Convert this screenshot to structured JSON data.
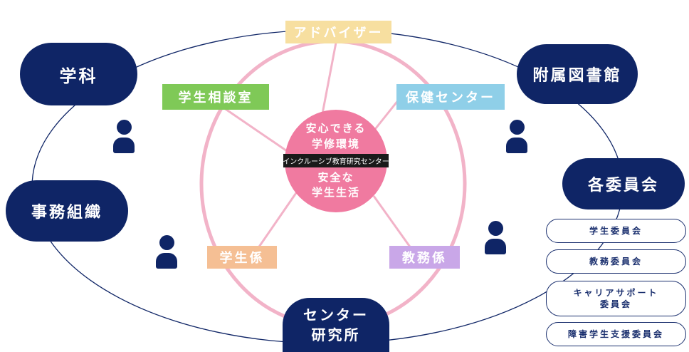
{
  "colors": {
    "navy": "#0f2566",
    "ring": "#f2b3c8",
    "center_fill": "#f07aa0",
    "advisor": "#f7dfa0",
    "counseling": "#7fc957",
    "health_center": "#8fcfe8",
    "student_affairs": "#f5bf94",
    "academic_affairs": "#c9a7e8"
  },
  "center": {
    "line1": "安心できる",
    "line2": "学修環境",
    "label": "インクルーシブ教育研究センター",
    "line3": "安全な",
    "line4": "学生生活"
  },
  "spokes": {
    "advisor": "アドバイザー",
    "counseling": "学生相談室",
    "health_center": "保健センター",
    "student_affairs": "学生係",
    "academic_affairs": "教務係"
  },
  "outer": {
    "department": "学科",
    "library": "附属図書館",
    "office": "事務組織",
    "committees": "各委員会",
    "center_institute_line1": "センター",
    "center_institute_line2": "研究所"
  },
  "committee_list": [
    "学生委員会",
    "教務委員会",
    "キャリアサポート 委員会",
    "障害学生支援委員会"
  ]
}
